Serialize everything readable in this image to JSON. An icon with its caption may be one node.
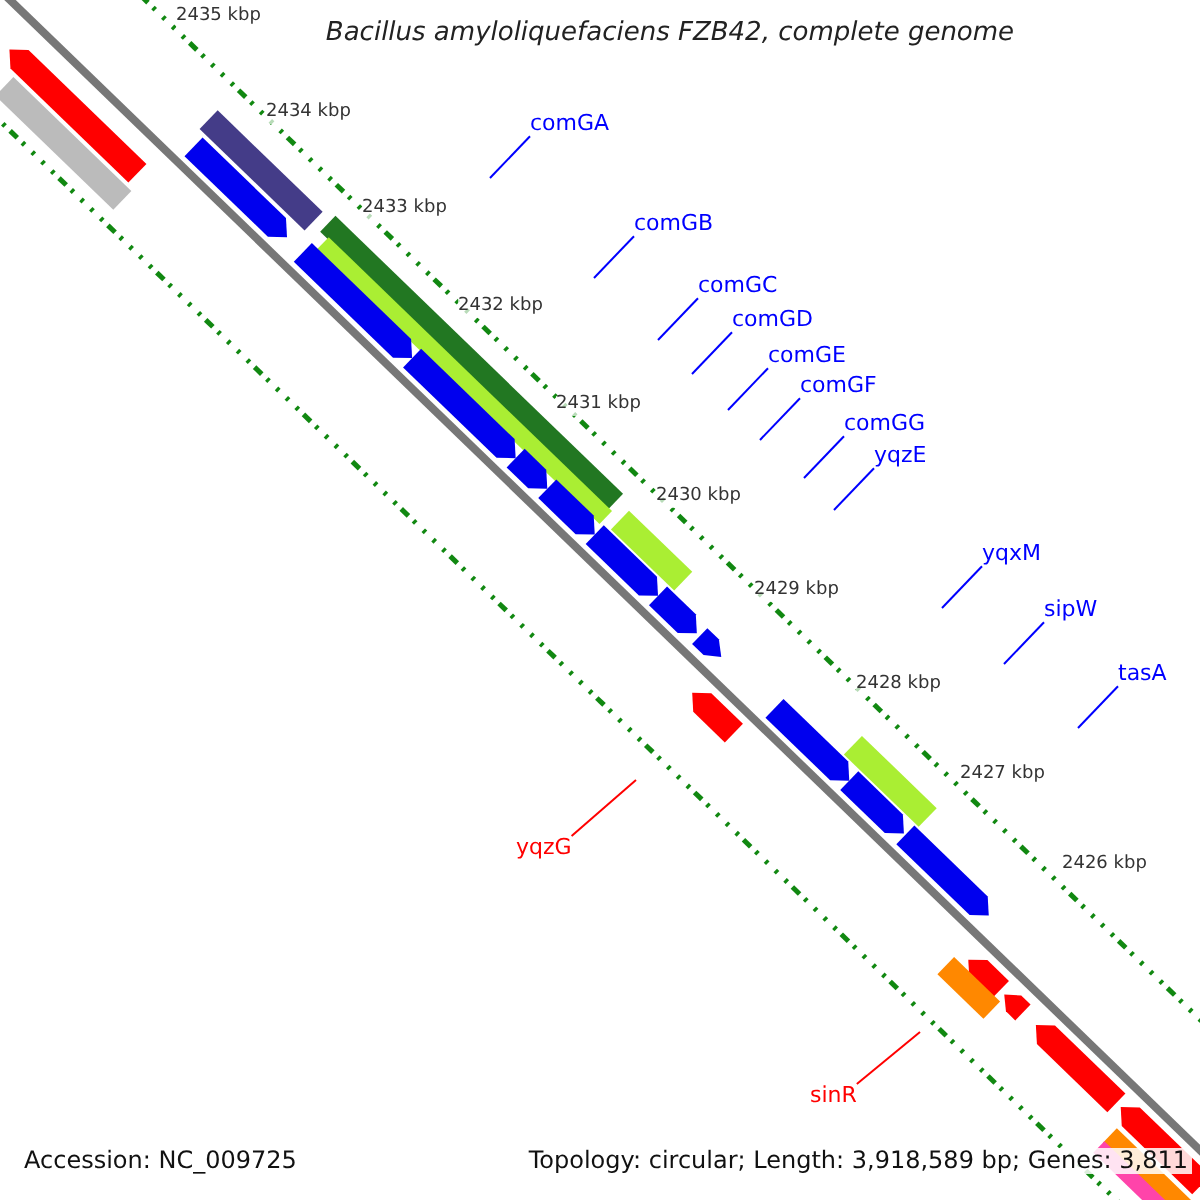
{
  "diagram": {
    "title": "Bacillus amyloliquefaciens FZB42, complete genome",
    "nodes": [
      {
        "text": [
          "comGA"
        ]
      },
      {
        "text": [
          "comGB"
        ]
      },
      {
        "text": [
          "comGC"
        ]
      },
      {
        "text": [
          "comGD"
        ]
      },
      {
        "text": [
          "comGE"
        ]
      },
      {
        "text": [
          "comGF"
        ]
      },
      {
        "text": [
          "comGG"
        ]
      },
      {
        "text": [
          "yqzE"
        ]
      },
      {
        "text": [
          "yqxM"
        ]
      },
      {
        "text": [
          "sipW"
        ]
      },
      {
        "text": [
          "tasA"
        ]
      },
      {
        "text": [
          "yqzG"
        ]
      },
      {
        "text": [
          "sinR"
        ]
      }
    ],
    "edges": [
      {
        "from": 0,
        "to": null,
        "arrow": "none"
      },
      {
        "from": 1,
        "to": null,
        "arrow": "none"
      },
      {
        "from": 2,
        "to": null,
        "arrow": "none"
      },
      {
        "from": 3,
        "to": null,
        "arrow": "none"
      },
      {
        "from": 4,
        "to": null,
        "arrow": "none"
      },
      {
        "from": 5,
        "to": null,
        "arrow": "none"
      },
      {
        "from": 6,
        "to": null,
        "arrow": "none"
      },
      {
        "from": 7,
        "to": null,
        "arrow": "none"
      },
      {
        "from": 8,
        "to": null,
        "arrow": "none"
      },
      {
        "from": 9,
        "to": null,
        "arrow": "none"
      },
      {
        "from": 10,
        "to": null,
        "arrow": "none"
      },
      {
        "from": 11,
        "to": null,
        "arrow": "none",
        "color": "#ff0000"
      },
      {
        "from": 12,
        "to": null,
        "arrow": "none",
        "color": "#ff0000"
      }
    ],
    "labels": [
      "2435 kbp",
      "2434 kbp",
      "2433 kbp",
      "2432 kbp",
      "2431 kbp",
      "2430 kbp",
      "2429 kbp",
      "2428 kbp",
      "2427 kbp",
      "2426 kbp",
      "Accession: NC_009725",
      "Topology: circular; Length: 3,918,589 bp; Genes: 3,811"
    ]
  }
}
